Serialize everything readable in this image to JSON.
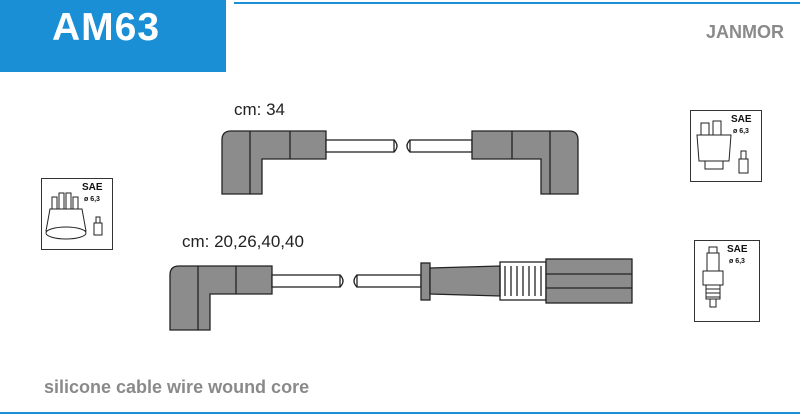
{
  "header": {
    "part_code": "AM63",
    "brand": "JANMOR"
  },
  "cables": {
    "top_length": "cm: 34",
    "bottom_length": "cm: 20,26,40,40"
  },
  "terminals": {
    "distributor_left": {
      "standard": "SAE",
      "diameter": "ø 6,3"
    },
    "distributor_right": {
      "standard": "SAE",
      "diameter": "ø 6,3"
    },
    "spark_plug": {
      "standard": "SAE",
      "diameter": "ø 6,3"
    }
  },
  "footer": {
    "description": "silicone cable wire wound core"
  },
  "colors": {
    "accent": "#1a8fd6",
    "boot_fill": "#8c8c8c",
    "outline": "#222222"
  }
}
